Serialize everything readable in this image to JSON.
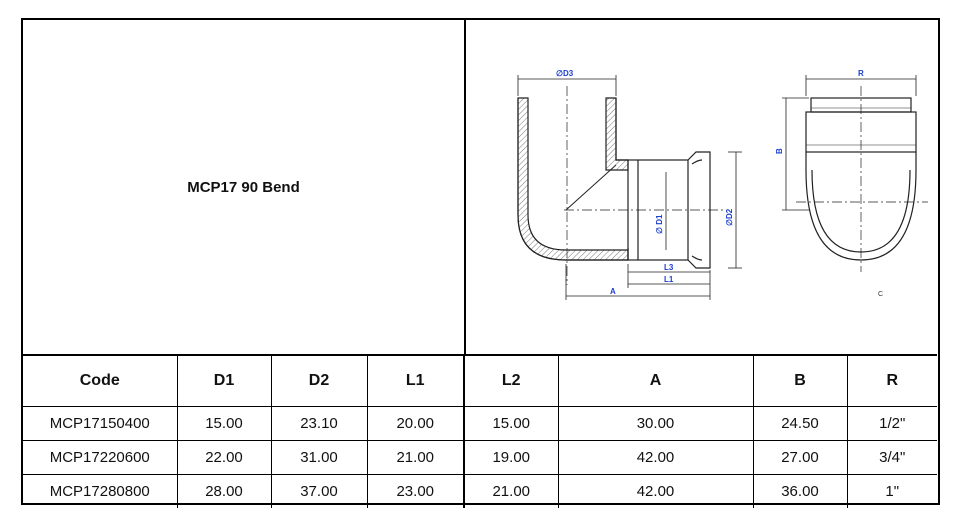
{
  "title": "MCP17 90 Bend",
  "drawing": {
    "labels": {
      "d3": "∅D3",
      "d1": "∅ D1",
      "d2": "∅D2",
      "l3": "L3",
      "l1": "L1",
      "a": "A",
      "r": "R",
      "b": "B",
      "c": "C"
    },
    "accent_color": "#1a3fd0"
  },
  "table": {
    "headers": [
      "Code",
      "D1",
      "D2",
      "L1",
      "L2",
      "A",
      "B",
      "R"
    ],
    "rows": [
      [
        "MCP17150400",
        "15.00",
        "23.10",
        "20.00",
        "15.00",
        "30.00",
        "24.50",
        "1/2\""
      ],
      [
        "MCP17220600",
        "22.00",
        "31.00",
        "21.00",
        "19.00",
        "42.00",
        "27.00",
        "3/4\""
      ],
      [
        "MCP17280800",
        "28.00",
        "37.00",
        "23.00",
        "21.00",
        "42.00",
        "36.00",
        "1\""
      ]
    ]
  }
}
